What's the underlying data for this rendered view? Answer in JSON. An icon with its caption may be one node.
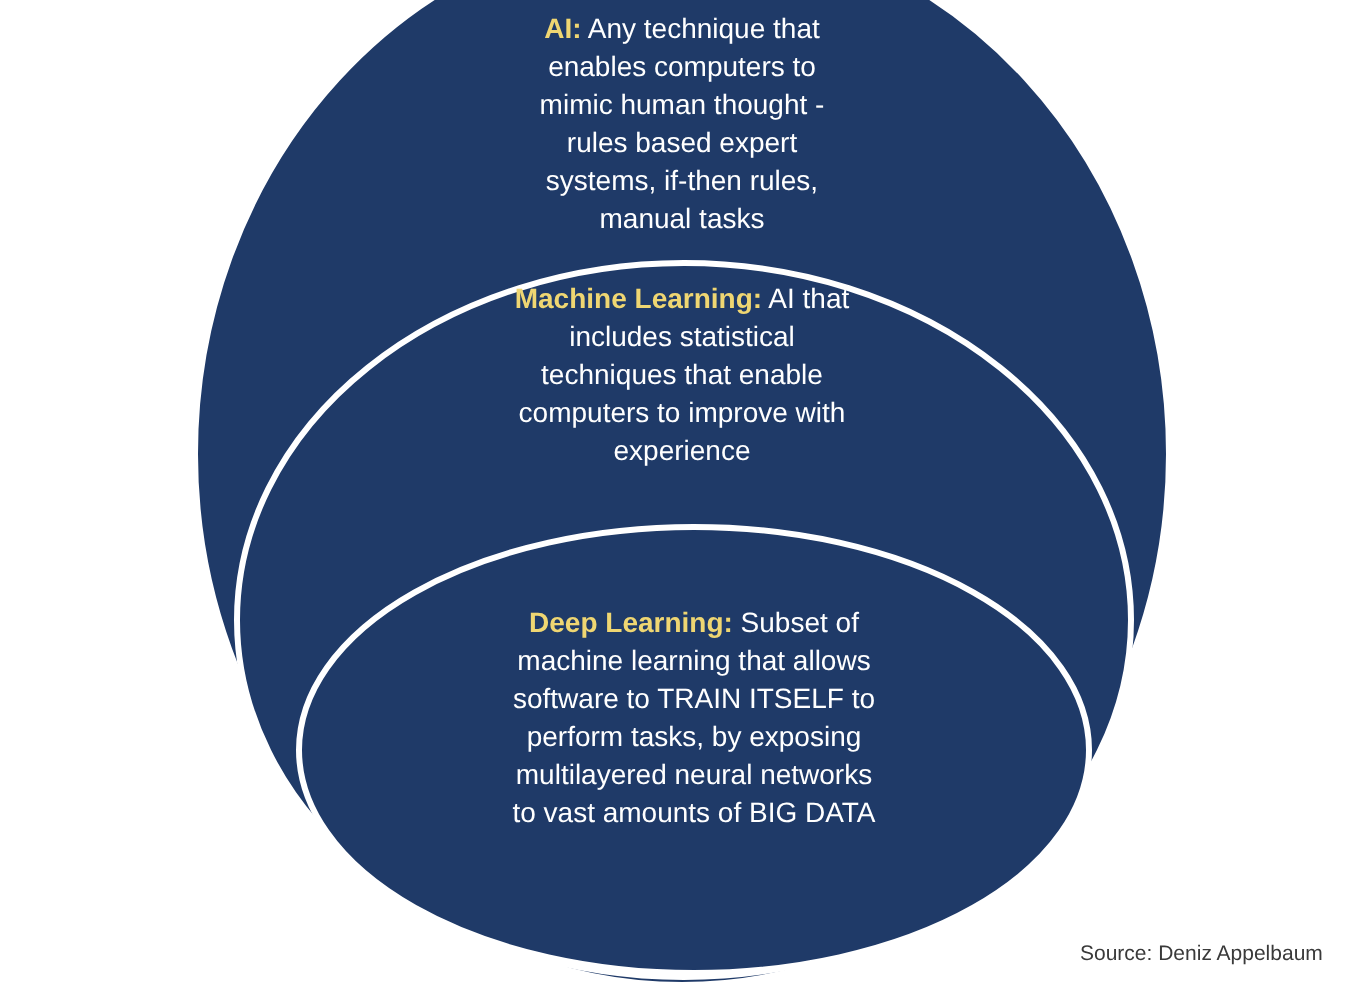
{
  "diagram": {
    "nodes": [
      {
        "text": [
          "**AI:** Any technique that enables computers to mimic human thought - rules based expert systems, if-then rules, manual tasks"
        ]
      },
      {
        "text": [
          "**Machine Learning:** AI that includes statistical techniques that enable computers to improve with experience"
        ],
        "in": 0
      },
      {
        "text": [
          "**Deep Learning:** Subset of machine learning that allows software to TRAIN ITSELF to perform tasks, by exposing multilayered neural networks to vast amounts of BIG DATA"
        ],
        "in": 1
      }
    ],
    "labels": [
      "Source: Deniz Appelbaum"
    ]
  }
}
